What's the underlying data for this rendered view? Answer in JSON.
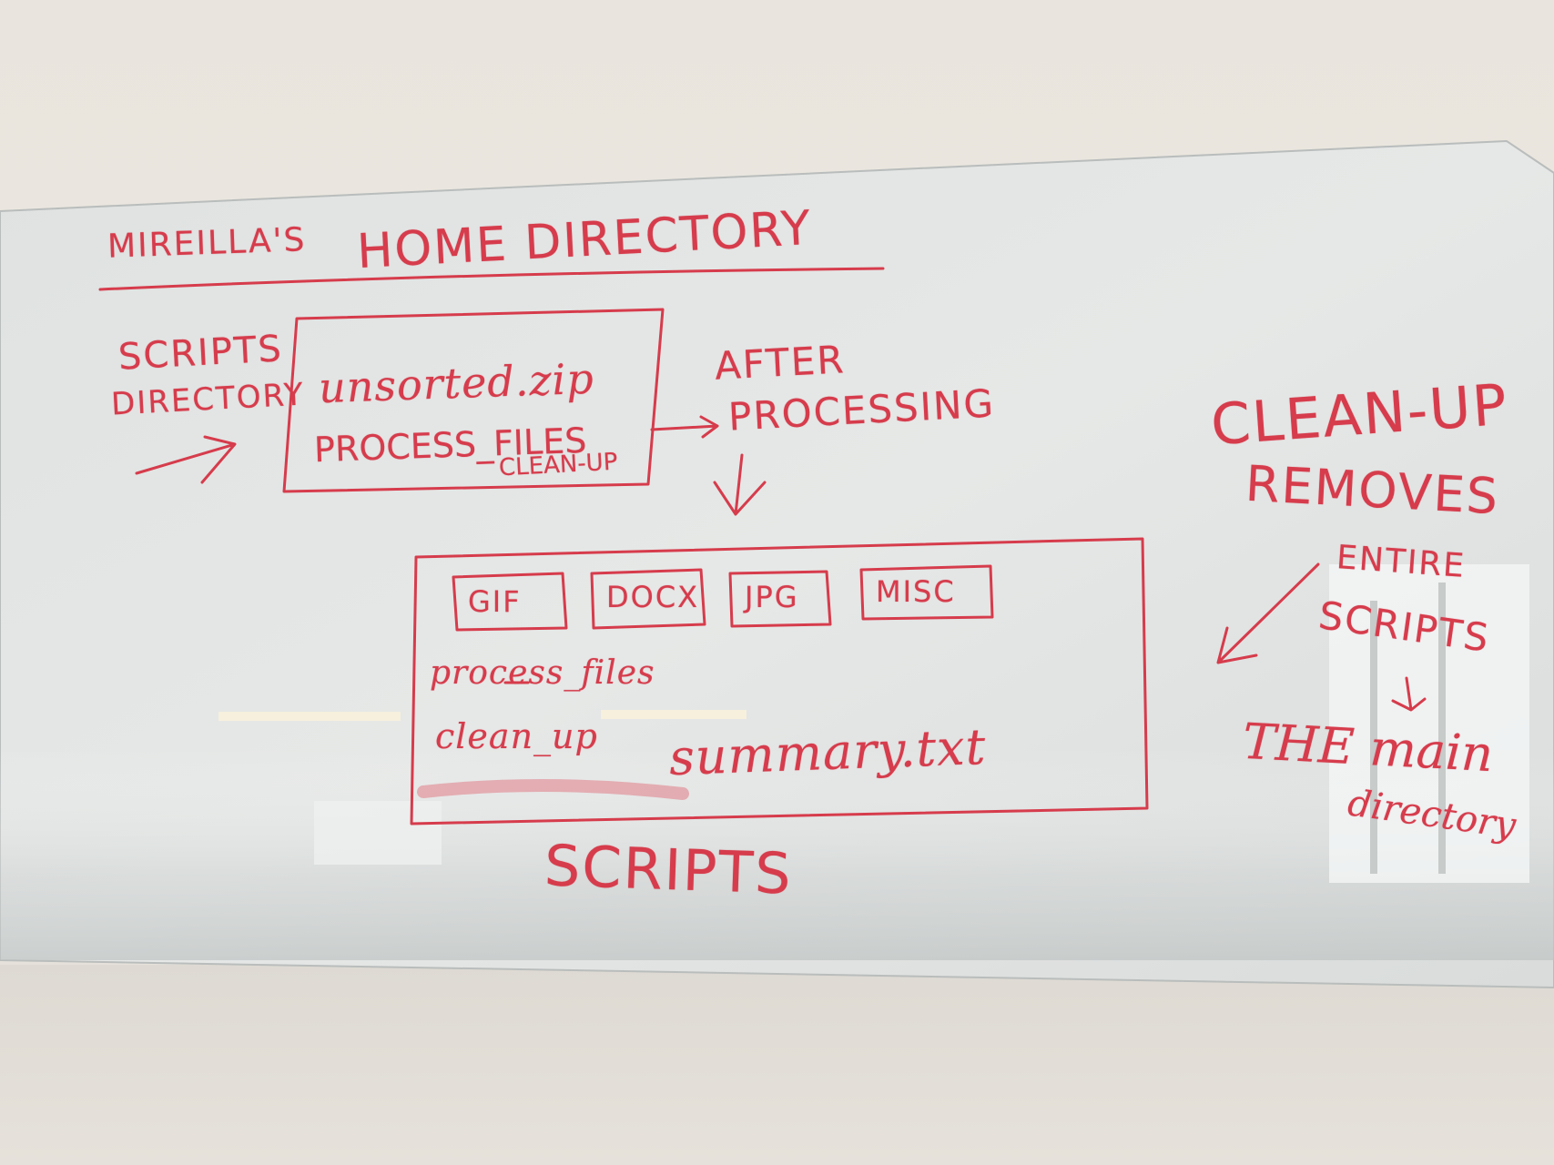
{
  "whiteboard": {
    "title_owner": "MIREILLA'S",
    "title_main": "HOME DIRECTORY",
    "left_label_line1": "SCRIPTS",
    "left_label_line2": "DIRECTORY",
    "top_box": {
      "line1": "unsorted.zip",
      "line2": "PROCESS_FILES",
      "line3": "CLEAN-UP"
    },
    "after_label_line1": "AFTER",
    "after_label_line2": "PROCESSING",
    "folders": [
      "GIF",
      "DOCX",
      "JPG",
      "MISC"
    ],
    "scripts_box": {
      "file1": "process_files",
      "file2": "clean_up",
      "file3": "summary.txt",
      "label": "SCRIPTS"
    },
    "right_note": {
      "line1": "CLEAN-UP",
      "line2": "REMOVES",
      "line3": "ENTIRE",
      "line4": "SCRIPTS",
      "line5": "THE main",
      "line6": "directory"
    },
    "marker_color": "#d63c4c"
  }
}
